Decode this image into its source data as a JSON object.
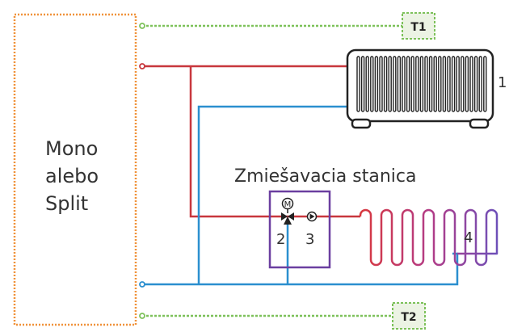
{
  "unit": {
    "lines": [
      "Mono",
      "alebo",
      "Split"
    ]
  },
  "mixing_station": {
    "label": "Zmiešavacia stanica",
    "motor_symbol": "M"
  },
  "sensors": {
    "t1": "T1",
    "t2": "T2"
  },
  "callouts": {
    "radiator": "1",
    "mixing_valve": "2",
    "pump": "3",
    "floor_heating": "4"
  },
  "colors": {
    "supply": "#c8373d",
    "return": "#2b8fcf",
    "sensor_line": "#7dc15a",
    "unit_border": "#f0923a",
    "station_border": "#6b3fa0",
    "sensor_fill": "#ecf3e4",
    "outline": "#222222"
  }
}
